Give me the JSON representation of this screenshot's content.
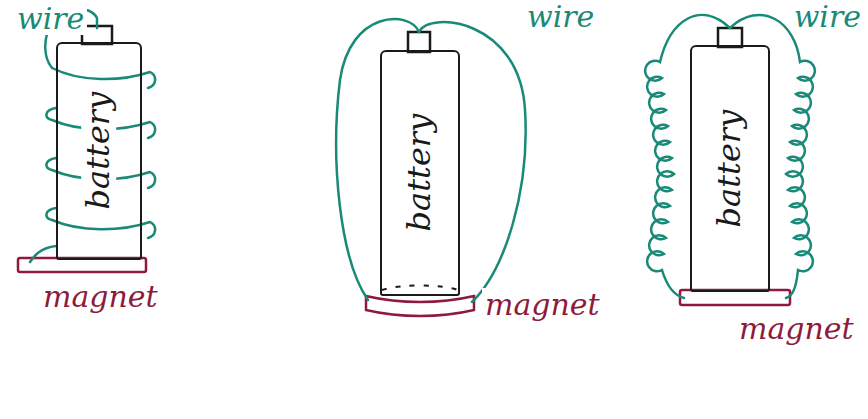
{
  "diagram": {
    "nodes": [
      {
        "text": [
          "battery"
        ]
      },
      {
        "text": [
          "battery"
        ]
      },
      {
        "text": [
          "battery"
        ]
      }
    ],
    "labels": [
      "wire",
      "magnet",
      "wire",
      "magnet",
      "wire",
      "magnet"
    ]
  }
}
